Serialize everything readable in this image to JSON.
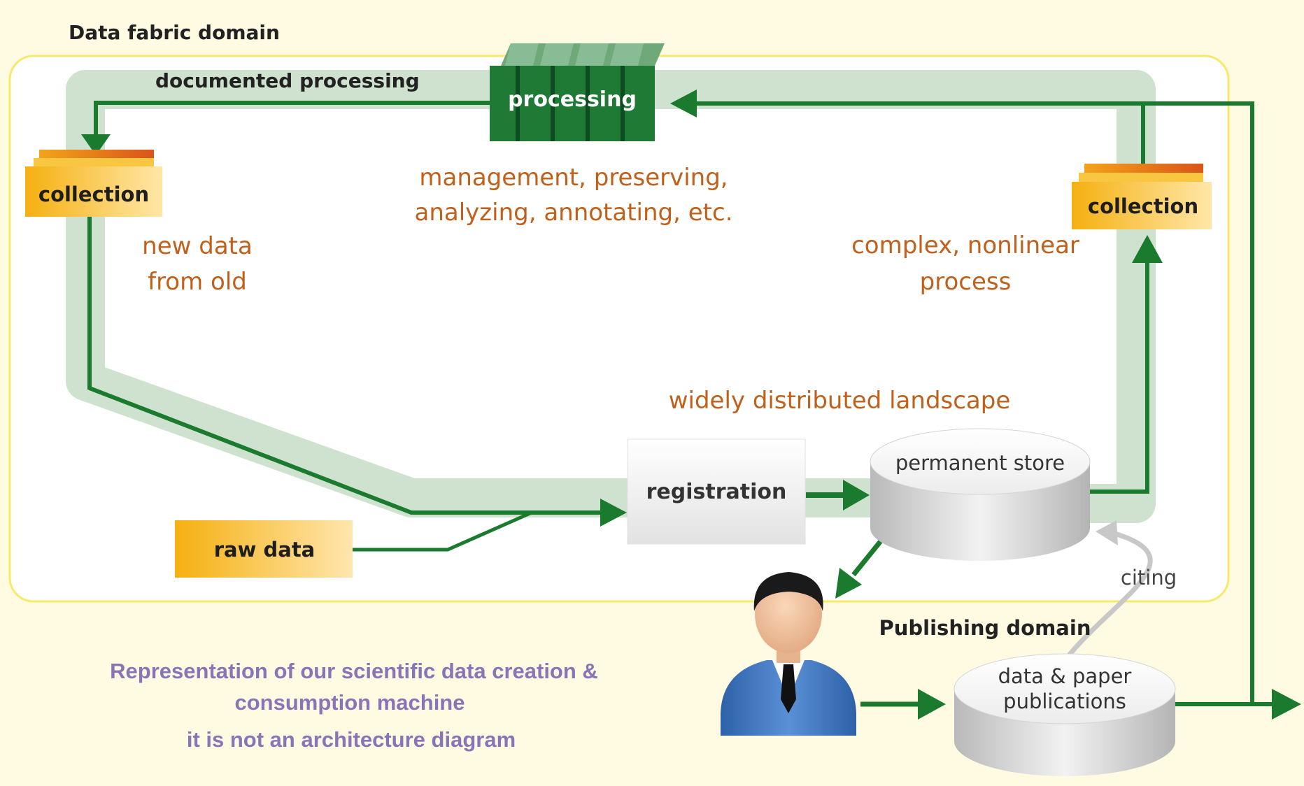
{
  "domains": {
    "data_fabric": "Data fabric domain",
    "publishing": "Publishing domain"
  },
  "nodes": {
    "processing": "processing",
    "collection_left": "collection",
    "collection_right": "collection",
    "registration": "registration",
    "raw_data": "raw data",
    "permanent_store": "permanent store",
    "publications_line1": "data & paper",
    "publications_line2": "publications"
  },
  "labels": {
    "documented_processing": "documented processing",
    "management_line1": "management, preserving,",
    "management_line2": "analyzing, annotating, etc.",
    "new_data_line1": "new data",
    "new_data_line2": "from old",
    "complex_line1": "complex, nonlinear",
    "complex_line2": "process",
    "widely_distributed": "widely distributed landscape",
    "citing": "citing"
  },
  "caption": {
    "line1": "Representation of our scientific data creation &",
    "line2": "consumption machine",
    "line3": "it is not an architecture diagram"
  },
  "colors": {
    "background": "#FFFBE2",
    "domain_border": "#F7E96A",
    "band": "#CFE2CF",
    "arrow_green": "#1A7A2E",
    "processing_green": "#1F7A35",
    "annotation_orange": "#C0601A",
    "caption_purple": "#8A74B8",
    "citing_gray": "#C8C8C8"
  },
  "icons": {
    "person": "person-icon"
  }
}
